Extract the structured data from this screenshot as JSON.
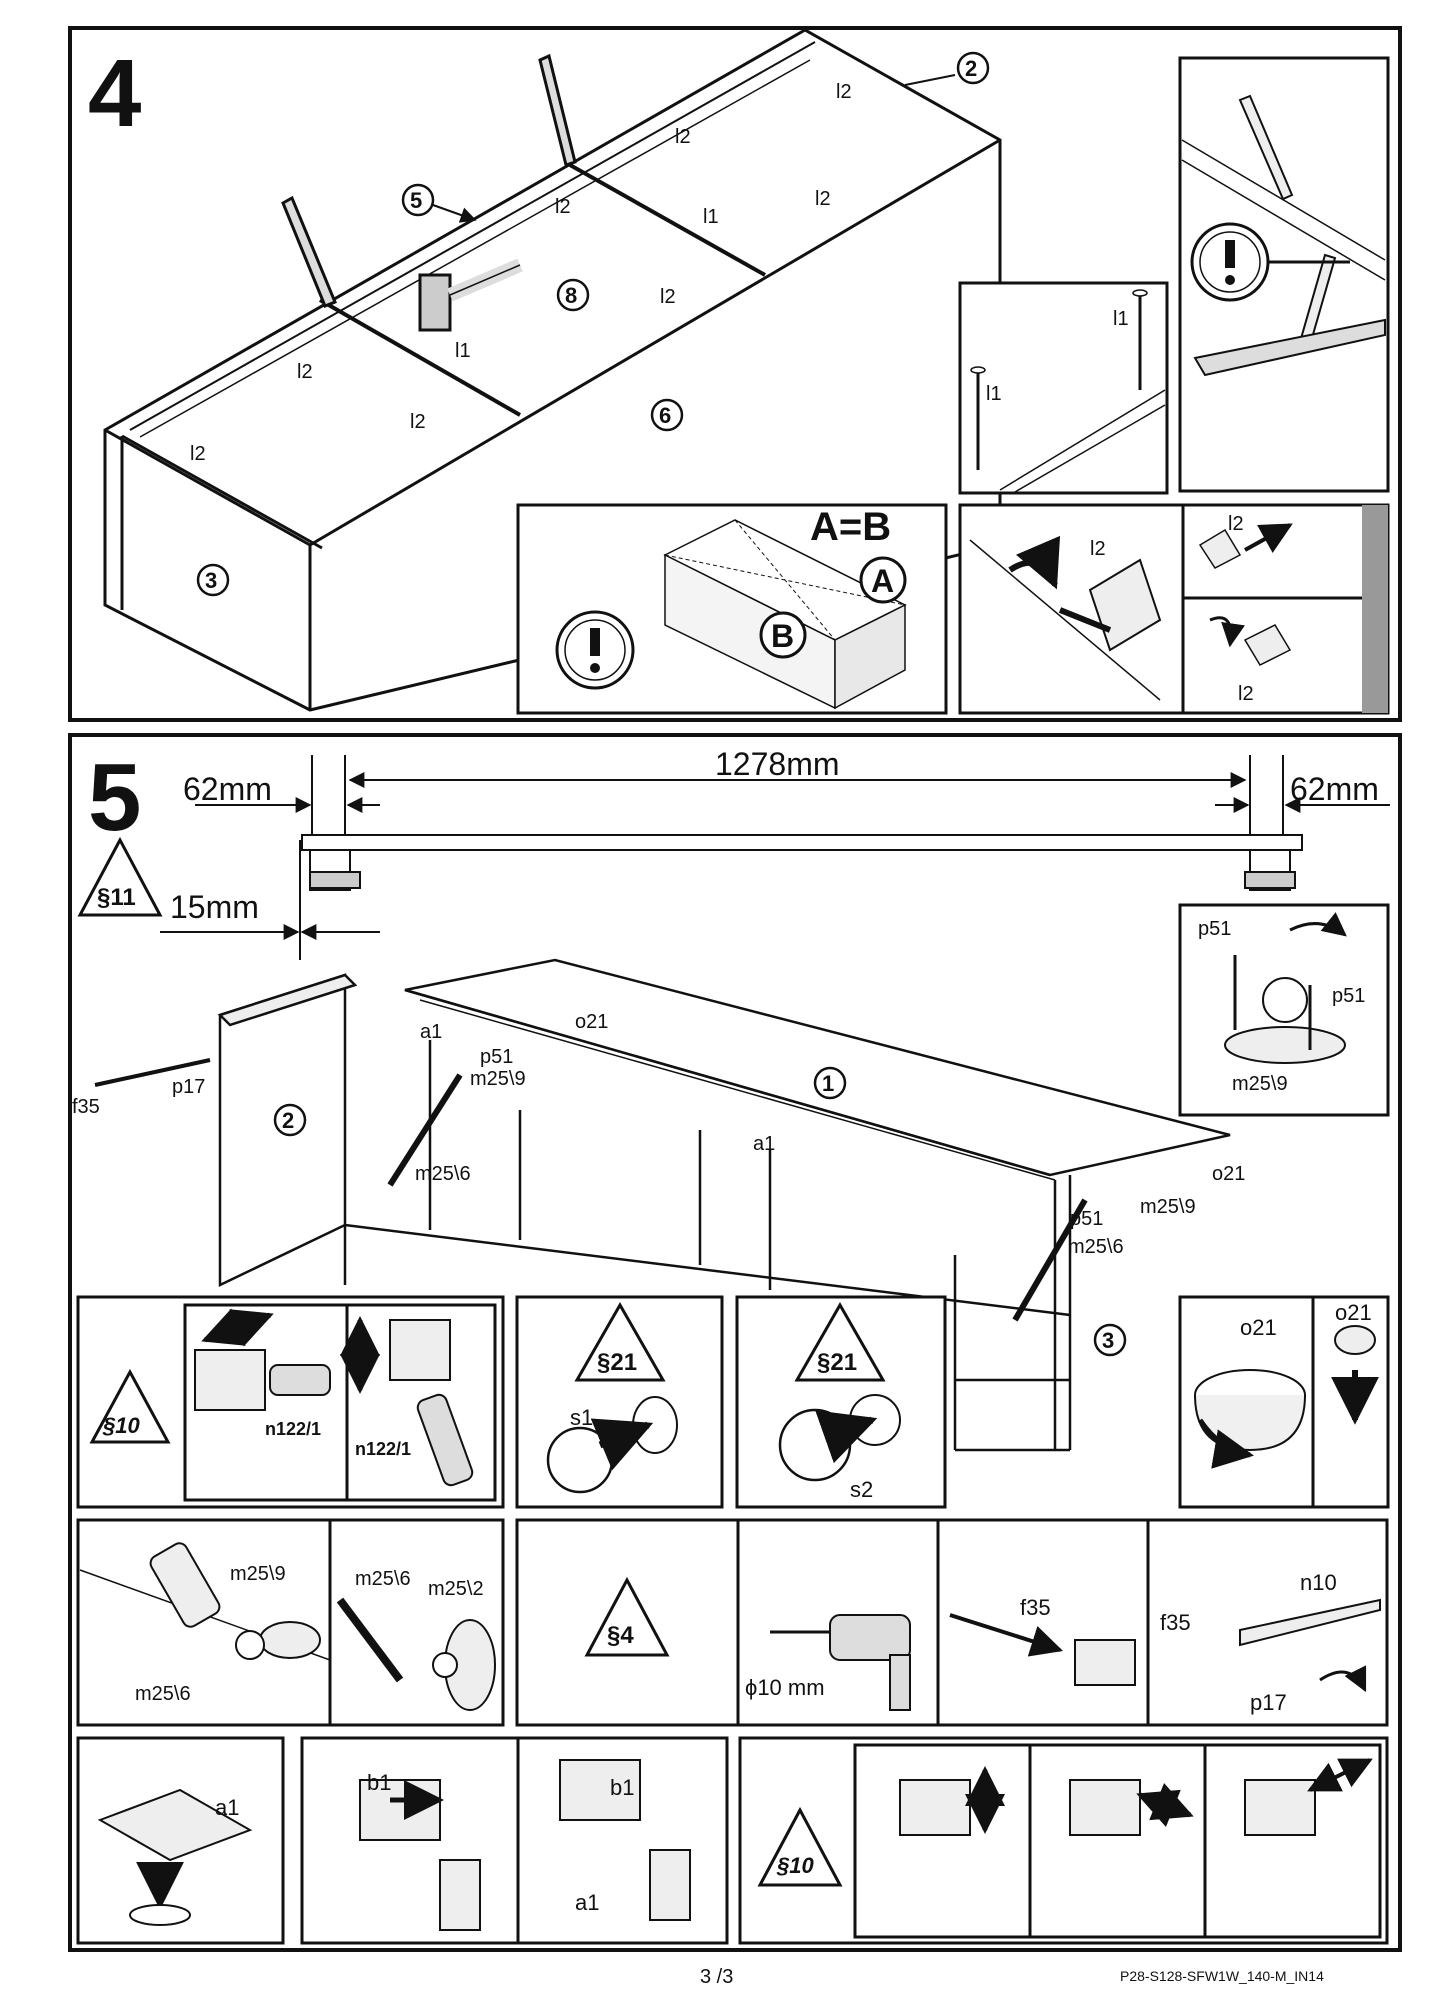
{
  "step4": {
    "number": "4",
    "parts": {
      "p2": "2",
      "p3": "3",
      "p5": "5",
      "p6": "6",
      "p8": "8"
    },
    "fasteners": {
      "l1": "l1",
      "l2": "l2"
    },
    "inset_ab": {
      "equation": "A=B",
      "a": "A",
      "b": "B"
    },
    "warning_icon": "exclamation-icon"
  },
  "step5": {
    "number": "5",
    "dimensions": {
      "left_offset": "62mm",
      "span": "1278mm",
      "right_offset": "62mm",
      "depth": "15mm"
    },
    "parts": {
      "p1": "1",
      "p2": "2",
      "p3": "3"
    },
    "labels": {
      "a1": "a1",
      "p51": "p51",
      "m25_9": "m25\\9",
      "m25_6": "m25\\6",
      "m25_2": "m25\\2",
      "o21": "o21",
      "f35": "f35",
      "p17": "p17",
      "n122_1": "n122/1",
      "s1": "s1",
      "s2": "s2",
      "b1": "b1",
      "n10": "n10",
      "drill": "ϕ10 mm"
    },
    "signs": {
      "s11": "§11",
      "s10": "§10",
      "s21": "§21",
      "s4": "§4"
    }
  },
  "footer": {
    "page": "3 /3",
    "code": "P28-S128-SFW1W_140-M_IN14"
  }
}
